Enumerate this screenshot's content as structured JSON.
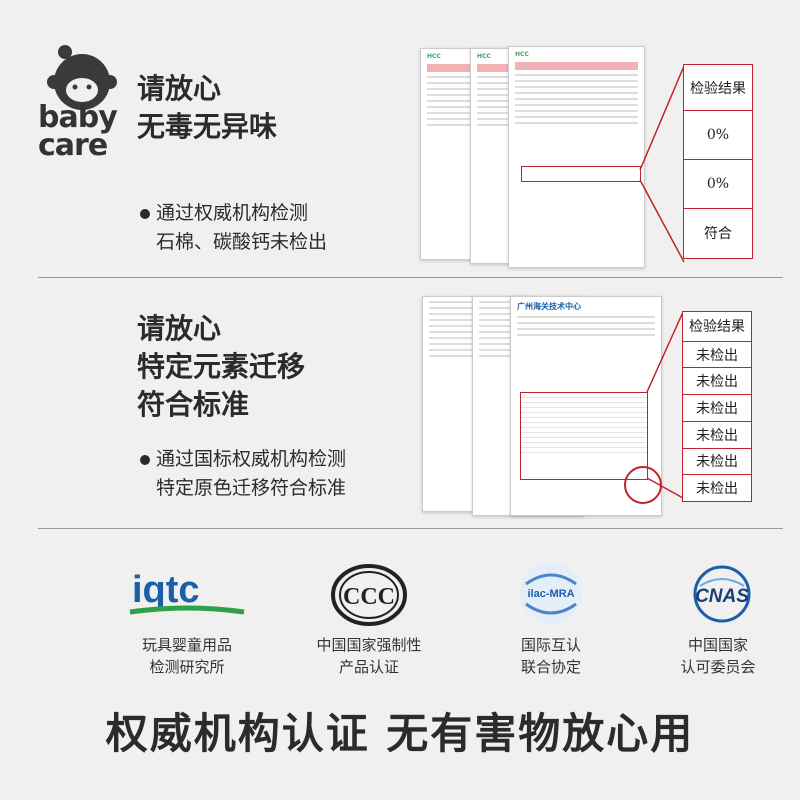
{
  "brand": {
    "logo_line1": "baby",
    "logo_line2": "care"
  },
  "section1": {
    "headline_lines": [
      "请放心",
      "无毒无异味"
    ],
    "bullet_lines": [
      "通过权威机构检测",
      "石棉、碳酸钙未检出"
    ],
    "result_header": "检验结果",
    "results": [
      "0%",
      "0%",
      "符合"
    ],
    "doc_brand": "HCC"
  },
  "section2": {
    "headline_lines": [
      "请放心",
      "特定元素迁移",
      "符合标准"
    ],
    "bullet_lines": [
      "通过国标权威机构检测",
      "特定原色迁移符合标准"
    ],
    "result_header": "检验结果",
    "results": [
      "未检出",
      "未检出",
      "未检出",
      "未检出",
      "未检出",
      "未检出"
    ],
    "doc_brand": "广州海关技术中心"
  },
  "certifications": [
    {
      "icon": "iqtc-logo",
      "logo_text": "iqtc",
      "label_lines": [
        "玩具婴童用品",
        "检测研究所"
      ]
    },
    {
      "icon": "ccc-logo",
      "logo_text": "CCC",
      "label_lines": [
        "中国国家强制性",
        "产品认证"
      ]
    },
    {
      "icon": "ilac-mra-logo",
      "logo_text": "ilac-MRA",
      "label_lines": [
        "国际互认",
        "联合协定"
      ]
    },
    {
      "icon": "cnas-logo",
      "logo_text": "CNAS",
      "label_lines": [
        "中国国家",
        "认可委员会"
      ]
    }
  ],
  "footer": {
    "slogan": "权威机构认证 无有害物放心用"
  },
  "colors": {
    "accent_red": "#c0242a",
    "text_dark": "#2b2b2b",
    "iqtc_blue": "#1a5fa8",
    "iqtc_green": "#2ea04a",
    "background": "#f0f0f0"
  }
}
